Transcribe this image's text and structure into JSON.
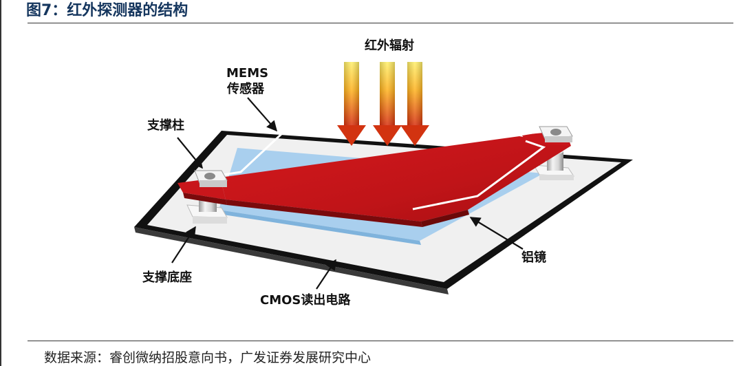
{
  "figure": {
    "title": "图7：红外探测器的结构",
    "source": "数据来源：睿创微纳招股意向书，广发证券发展研究中心"
  },
  "labels": {
    "infrared_radiation": "红外辐射",
    "mems_line1": "MEMS",
    "mems_line2": "传感器",
    "support_pillar": "支撑柱",
    "support_base": "支撑底座",
    "aluminum_mirror": "铝镜",
    "cmos_circuit": "CMOS读出电路"
  },
  "colors": {
    "title": "#15365e",
    "sensor_red": "#c8161b",
    "reflector_blue": "#a9cfee",
    "substrate_gray": "#eeeeee",
    "arrow_top": "#ffe25a",
    "arrow_bottom": "#e03a10"
  }
}
